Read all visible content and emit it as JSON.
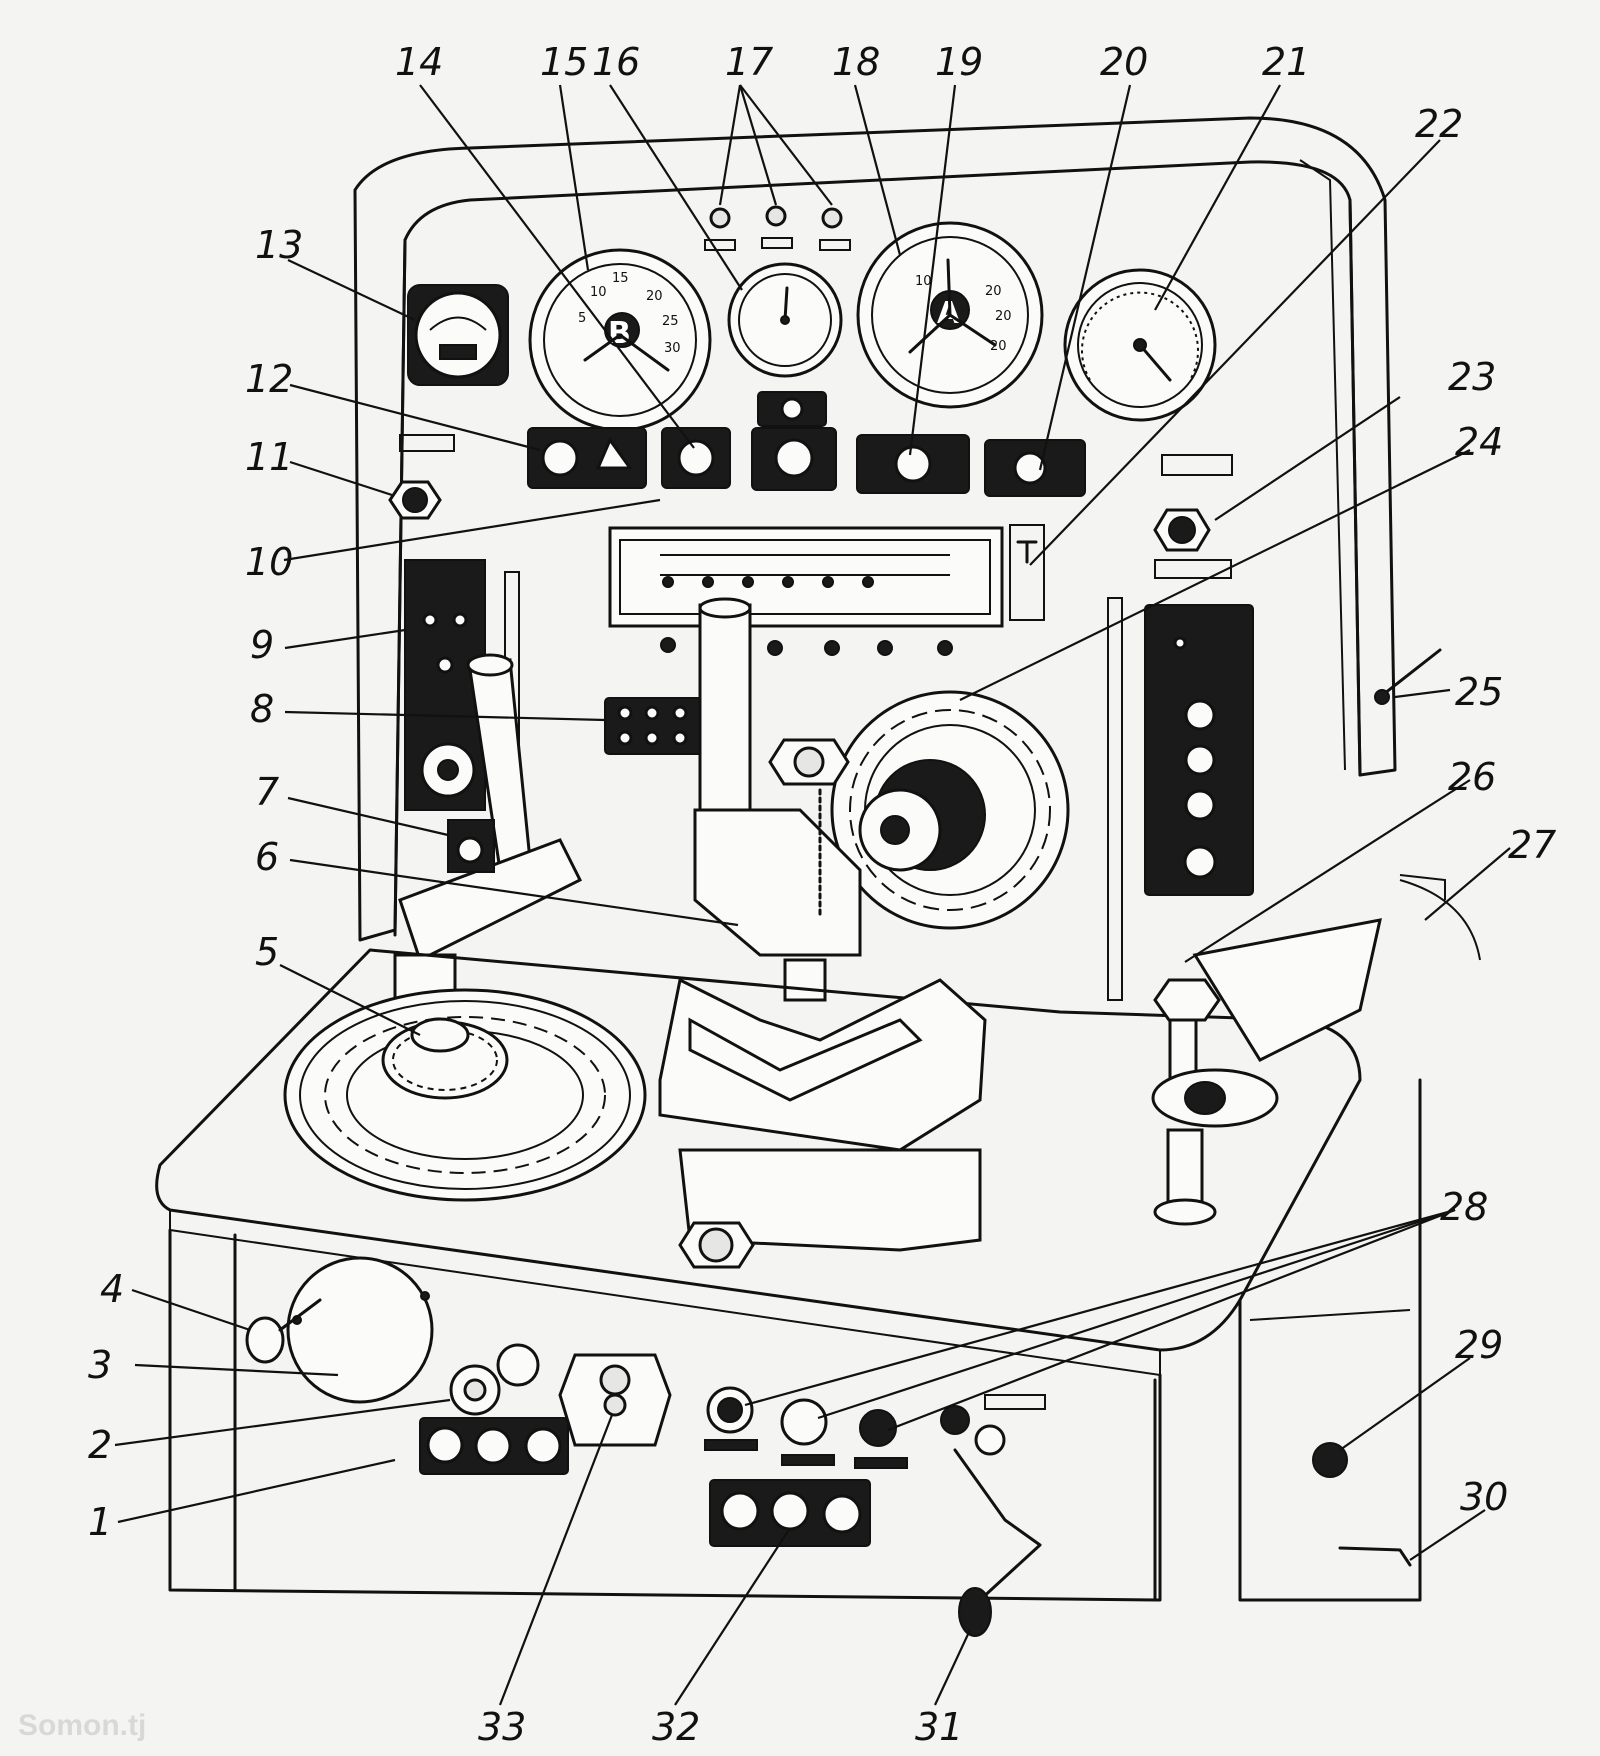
{
  "callouts": [
    {
      "n": "1"
    },
    {
      "n": "2"
    },
    {
      "n": "3"
    },
    {
      "n": "4"
    },
    {
      "n": "5"
    },
    {
      "n": "6"
    },
    {
      "n": "7"
    },
    {
      "n": "8"
    },
    {
      "n": "9"
    },
    {
      "n": "10"
    },
    {
      "n": "11"
    },
    {
      "n": "12"
    },
    {
      "n": "13"
    },
    {
      "n": "14"
    },
    {
      "n": "15"
    },
    {
      "n": "16"
    },
    {
      "n": "17"
    },
    {
      "n": "18"
    },
    {
      "n": "19"
    },
    {
      "n": "20"
    },
    {
      "n": "21"
    },
    {
      "n": "22"
    },
    {
      "n": "23"
    },
    {
      "n": "24"
    },
    {
      "n": "25"
    },
    {
      "n": "26"
    },
    {
      "n": "27"
    },
    {
      "n": "28"
    },
    {
      "n": "29"
    },
    {
      "n": "30"
    },
    {
      "n": "31"
    },
    {
      "n": "32"
    },
    {
      "n": "33"
    }
  ],
  "gauges": {
    "voltmeter_letter": "B",
    "ammeter_letter": "A",
    "voltmeter_scale": [
      "5",
      "10",
      "15",
      "20",
      "25",
      "30"
    ],
    "ammeter_scale": [
      "10",
      "20",
      "20",
      "20"
    ]
  },
  "watermark": "Somon.tj"
}
